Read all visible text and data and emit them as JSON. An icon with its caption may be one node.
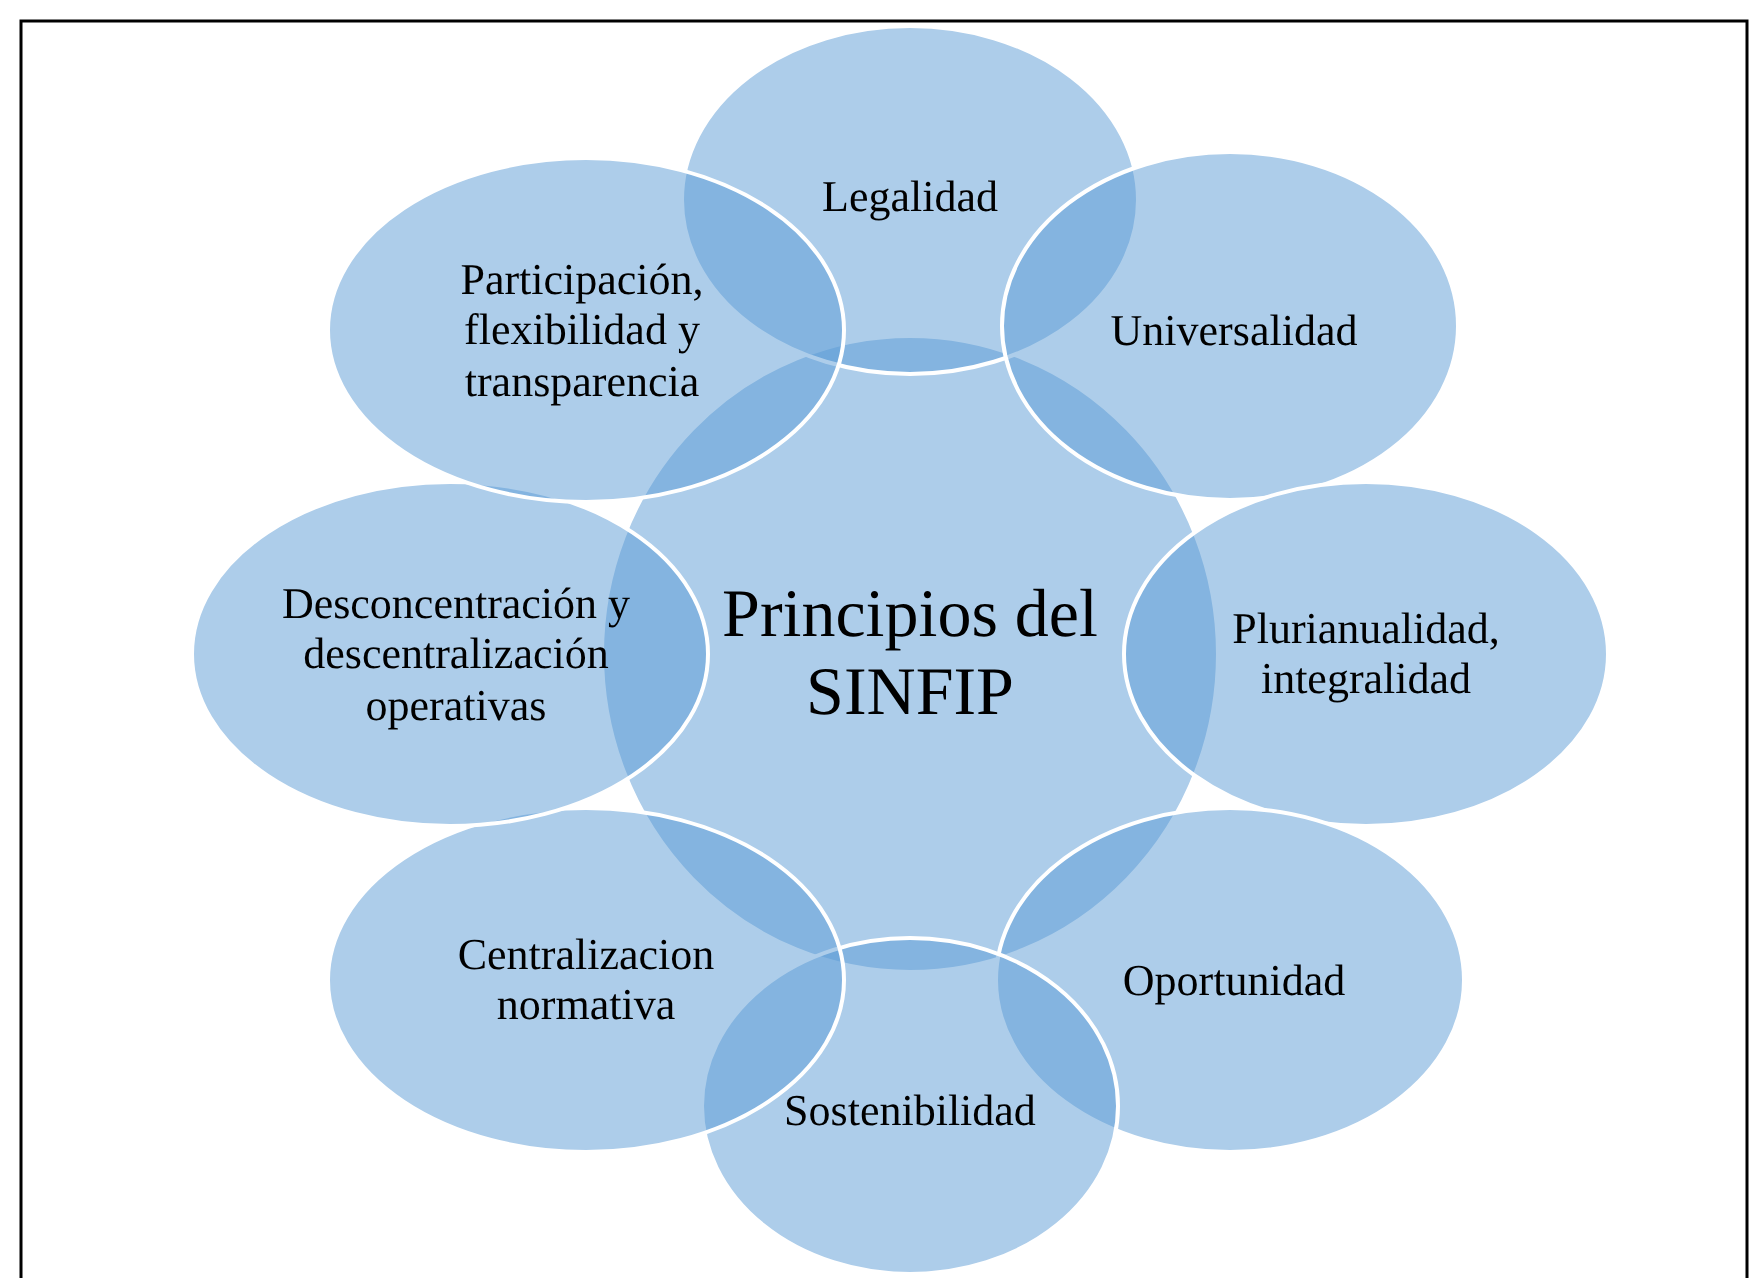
{
  "diagram": {
    "nodes": [
      {
        "text": [
          "Principios del SINFIP"
        ]
      },
      {
        "text": [
          "Legalidad"
        ]
      },
      {
        "text": [
          "Universalidad"
        ]
      },
      {
        "text": [
          "Plurianualidad, integralidad"
        ]
      },
      {
        "text": [
          "Oportunidad"
        ]
      },
      {
        "text": [
          "Sostenibilidad"
        ]
      },
      {
        "text": [
          "Centralizacion normativa"
        ]
      },
      {
        "text": [
          "Desconcentración y descentralización operativas"
        ]
      },
      {
        "text": [
          "Participación, flexibilidad y transparencia"
        ]
      }
    ]
  }
}
